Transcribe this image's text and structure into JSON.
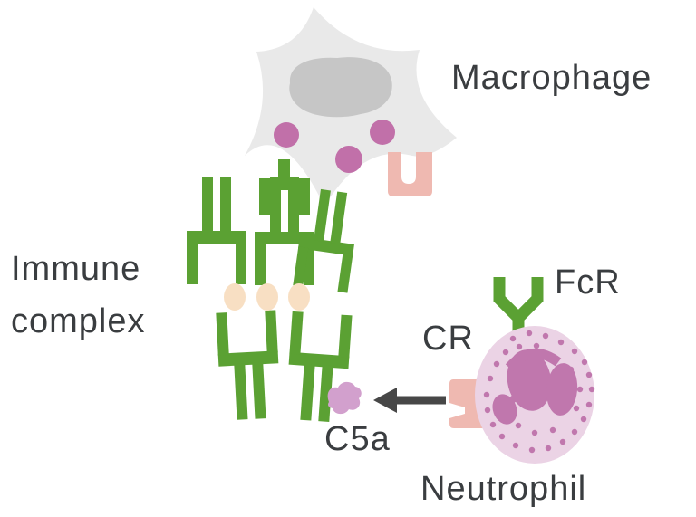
{
  "diagram": {
    "type": "medical-illustration",
    "topic": "Immune complex engaging macrophage and neutrophil receptors with C5a release",
    "labels": {
      "macrophage": "Macrophage",
      "immune_complex": "Immune complex",
      "fcr": "FcR",
      "cr": "CR",
      "c5a": "C5a",
      "neutrophil": "Neutrophil"
    },
    "elements": [
      {
        "name": "macrophage-cell",
        "label": "Macrophage",
        "parts": [
          "star-shaped gray cell body",
          "gray nucleus",
          "3 purple vesicles",
          "green Fc receptor binding antibody stem",
          "pink notched receptor"
        ]
      },
      {
        "name": "immune-complex",
        "label": "Immune complex",
        "parts": [
          "green antibody lattice (upper and lower rows)",
          "3 peach antigen ovals between rows"
        ]
      },
      {
        "name": "c5a-molecule",
        "label": "C5a",
        "parts": [
          "small lilac blob beside immune complex"
        ]
      },
      {
        "name": "arrow",
        "meaning": "points from neutrophil CR receptor toward C5a"
      },
      {
        "name": "neutrophil-cell",
        "label": "Neutrophil",
        "parts": [
          "round pink cell",
          "multilobed purple nucleus",
          "purple granule dots",
          "green FcR receptor on top",
          "pink CR receptor on left"
        ]
      }
    ],
    "colors": {
      "background": "#ffffff",
      "text": "#3a3d40",
      "antibody-green": "#5ba133",
      "macrophage-body": "#e9e9e9",
      "macrophage-nucleus": "#c6c6c6",
      "vesicle-purple": "#c170a9",
      "receptor-pink": "#efb9b1",
      "neutrophil-body": "#ebd3e5",
      "neutrophil-nucleus": "#c077ad",
      "antigen-peach": "#f8dfc3",
      "c5a-purple": "#d2a0cd",
      "arrow-gray": "#474747"
    }
  }
}
